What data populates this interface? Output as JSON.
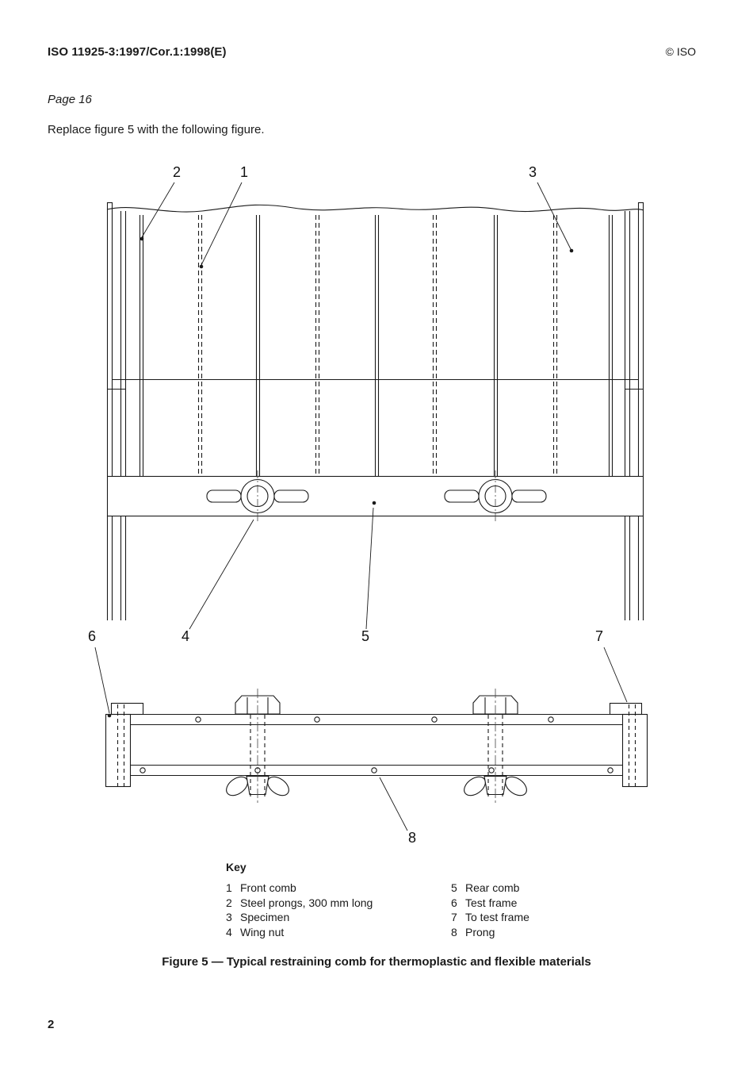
{
  "header": {
    "doc_ref": "ISO 11925-3:1997/Cor.1:1998(E)",
    "copyright": "© ISO"
  },
  "body": {
    "page_ref": "Page 16",
    "instruction": "Replace figure 5 with the following figure."
  },
  "figure": {
    "callouts": [
      "1",
      "2",
      "3",
      "4",
      "5",
      "6",
      "7",
      "8"
    ],
    "key": {
      "title": "Key",
      "columns": [
        [
          {
            "num": "1",
            "label": "Front comb"
          },
          {
            "num": "2",
            "label": "Steel prongs, 300 mm long"
          },
          {
            "num": "3",
            "label": "Specimen"
          },
          {
            "num": "4",
            "label": "Wing nut"
          }
        ],
        [
          {
            "num": "5",
            "label": "Rear comb"
          },
          {
            "num": "6",
            "label": "Test frame"
          },
          {
            "num": "7",
            "label": "To test frame"
          },
          {
            "num": "8",
            "label": "Prong"
          }
        ]
      ]
    },
    "caption": "Figure 5 — Typical restraining comb for thermoplastic and flexible materials"
  },
  "footer": {
    "page_number": "2"
  },
  "colors": {
    "ink": "#1a1a1a",
    "paper": "#ffffff"
  }
}
